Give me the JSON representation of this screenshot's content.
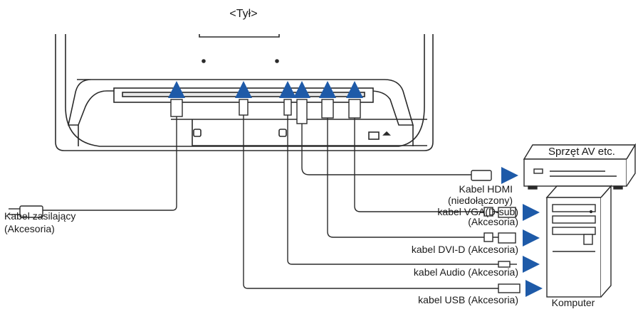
{
  "title": "<Tył>",
  "labels": {
    "power_line1": "Kabel zasilający",
    "power_line2": "(Akcesoria)",
    "hdmi_line1": "Kabel HDMI",
    "hdmi_line2": "(niedołączony)",
    "vga_line1": "kabel VGA(D-sub)",
    "vga_line2": "(Akcesoria)",
    "dvi": "kabel DVI-D (Akcesoria)",
    "audio": "kabel Audio (Akcesoria)",
    "usb": "kabel USB (Akcesoria)",
    "av_device": "Sprzęt AV etc.",
    "computer": "Komputer"
  },
  "colors": {
    "line": "#2a2a2a",
    "arrow": "#1e5aa8",
    "monitor_fill": "#d6d6d6",
    "panel_fill": "#ffffff"
  }
}
